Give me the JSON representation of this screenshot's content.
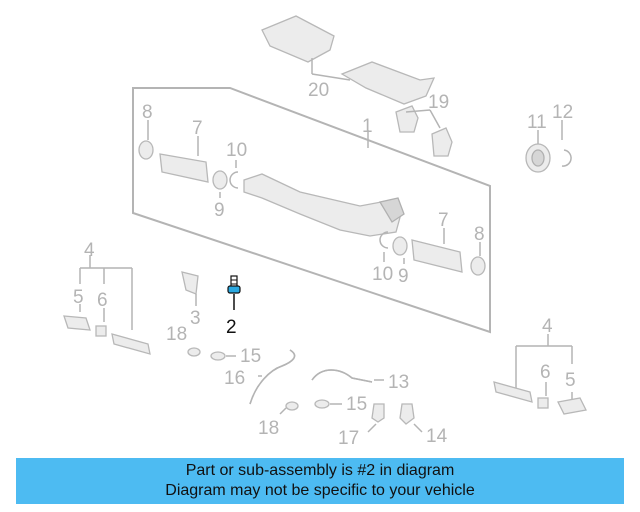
{
  "diagram": {
    "callouts": {
      "n1": "1",
      "n2": "2",
      "n3": "3",
      "n4a": "4",
      "n4b": "4",
      "n5a": "5",
      "n5b": "5",
      "n6a": "6",
      "n6b": "6",
      "n7a": "7",
      "n7b": "7",
      "n8a": "8",
      "n8b": "8",
      "n9a": "9",
      "n9b": "9",
      "n10a": "10",
      "n10b": "10",
      "n11": "11",
      "n12": "12",
      "n13": "13",
      "n14": "14",
      "n15a": "15",
      "n15b": "15",
      "n16": "16",
      "n17": "17",
      "n18a": "18",
      "n18b": "18",
      "n19": "19",
      "n20": "20"
    },
    "highlight_color": "#2aa8e0"
  },
  "footer": {
    "line1": "Part or sub-assembly is #2 in diagram",
    "line2": "Diagram may not be specific to your vehicle",
    "bg_color": "#4dbbf2"
  }
}
